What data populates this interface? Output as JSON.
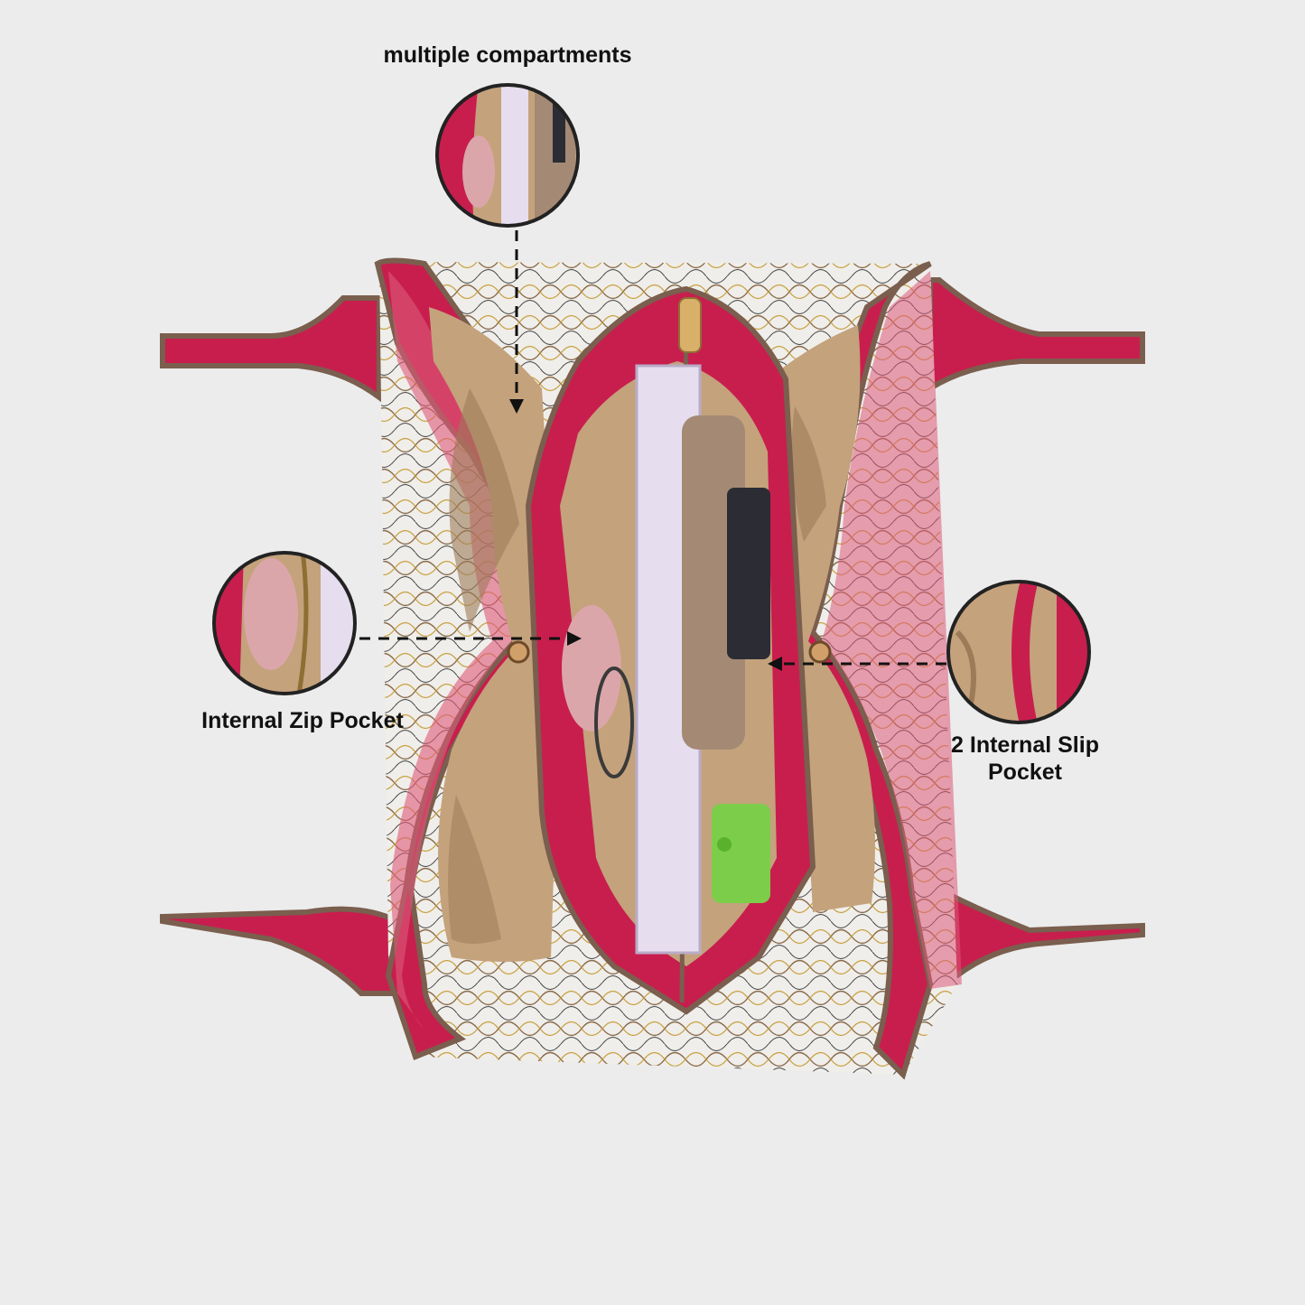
{
  "callouts": {
    "compartments": {
      "label": "multiple compartments"
    },
    "zip_pocket": {
      "label": "Internal Zip Pocket"
    },
    "slip_pocket": {
      "label": "2 Internal Slip Pocket"
    }
  },
  "colors": {
    "background": "#ececec",
    "leather": "#c81e4e",
    "leather_light": "#dd5a78",
    "piping": "#7a5e4e",
    "lining": "#c4a27c",
    "lining_dark": "#9c7b58",
    "white_panel": "#efeeea",
    "book": "#e6deef",
    "accent_green": "#7ccd4a"
  },
  "icons": {
    "arrow": "arrow-head-icon",
    "hardware": "metal-stud-icon"
  }
}
